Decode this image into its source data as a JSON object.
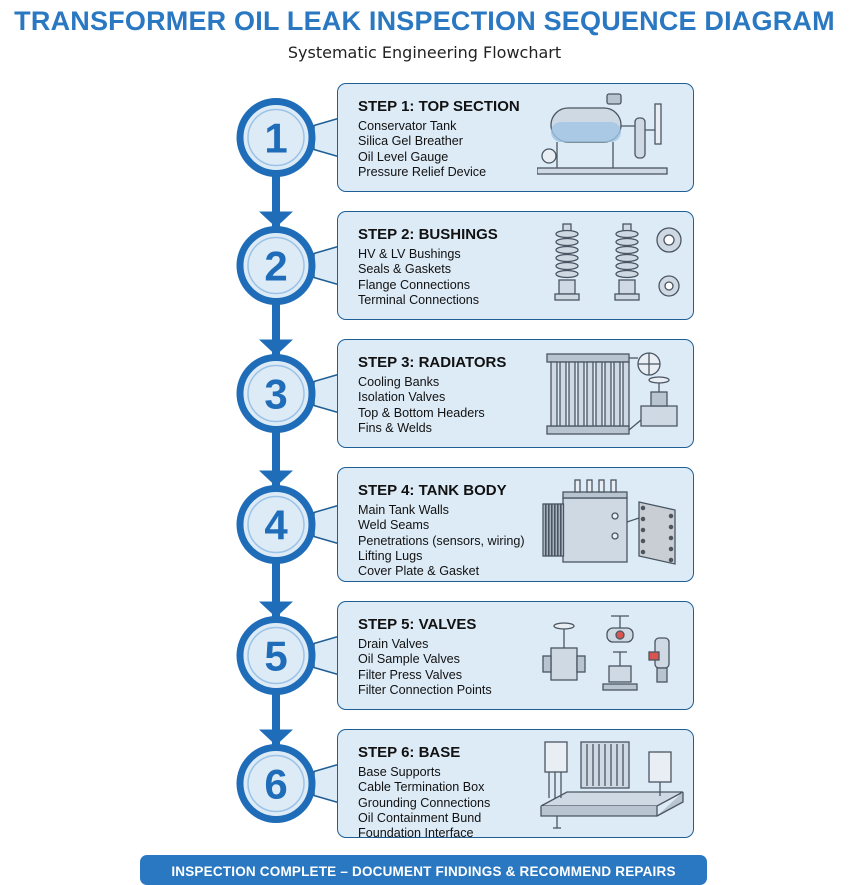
{
  "header": {
    "title": "TRANSFORMER OIL LEAK INSPECTION SEQUENCE DIAGRAM",
    "subtitle": "Systematic Engineering Flowchart"
  },
  "steps": [
    {
      "number": "1",
      "title": "STEP 1: TOP SECTION",
      "illustration": "conservator-tank-icon",
      "items": [
        "Conservator Tank",
        "Silica Gel Breather",
        "Oil Level Gauge",
        "Pressure Relief Device"
      ]
    },
    {
      "number": "2",
      "title": "STEP 2: BUSHINGS",
      "illustration": "bushing-icon",
      "items": [
        "HV & LV Bushings",
        "Seals & Gaskets",
        "Flange Connections",
        "Terminal Connections"
      ]
    },
    {
      "number": "3",
      "title": "STEP 3: RADIATORS",
      "illustration": "radiator-icon",
      "items": [
        "Cooling Banks",
        "Isolation Valves",
        "Top & Bottom Headers",
        "Fins & Welds"
      ]
    },
    {
      "number": "4",
      "title": "STEP 4: TANK BODY",
      "illustration": "transformer-tank-icon",
      "items": [
        "Main Tank Walls",
        "Weld Seams",
        "Penetrations (sensors, wiring)",
        "Lifting Lugs",
        "Cover Plate & Gasket"
      ]
    },
    {
      "number": "5",
      "title": "STEP 5: VALVES",
      "illustration": "valve-icon",
      "items": [
        "Drain Valves",
        "Oil Sample Valves",
        "Filter Press Valves",
        "Filter Connection Points"
      ]
    },
    {
      "number": "6",
      "title": "STEP 6: BASE",
      "illustration": "base-foundation-icon",
      "items": [
        "Base Supports",
        "Cable Termination Box",
        "Grounding Connections",
        "Oil Containment Bund",
        "Foundation Interface"
      ]
    }
  ],
  "footer": {
    "label": "INSPECTION COMPLETE – DOCUMENT FINDINGS & RECOMMEND REPAIRS"
  },
  "colors": {
    "accent": "#2a78c2",
    "card_fill": "#ddebf7",
    "card_border": "#1f5e95",
    "circle_fill": "#ddebf7",
    "circle_ring": "#1f6db8"
  }
}
